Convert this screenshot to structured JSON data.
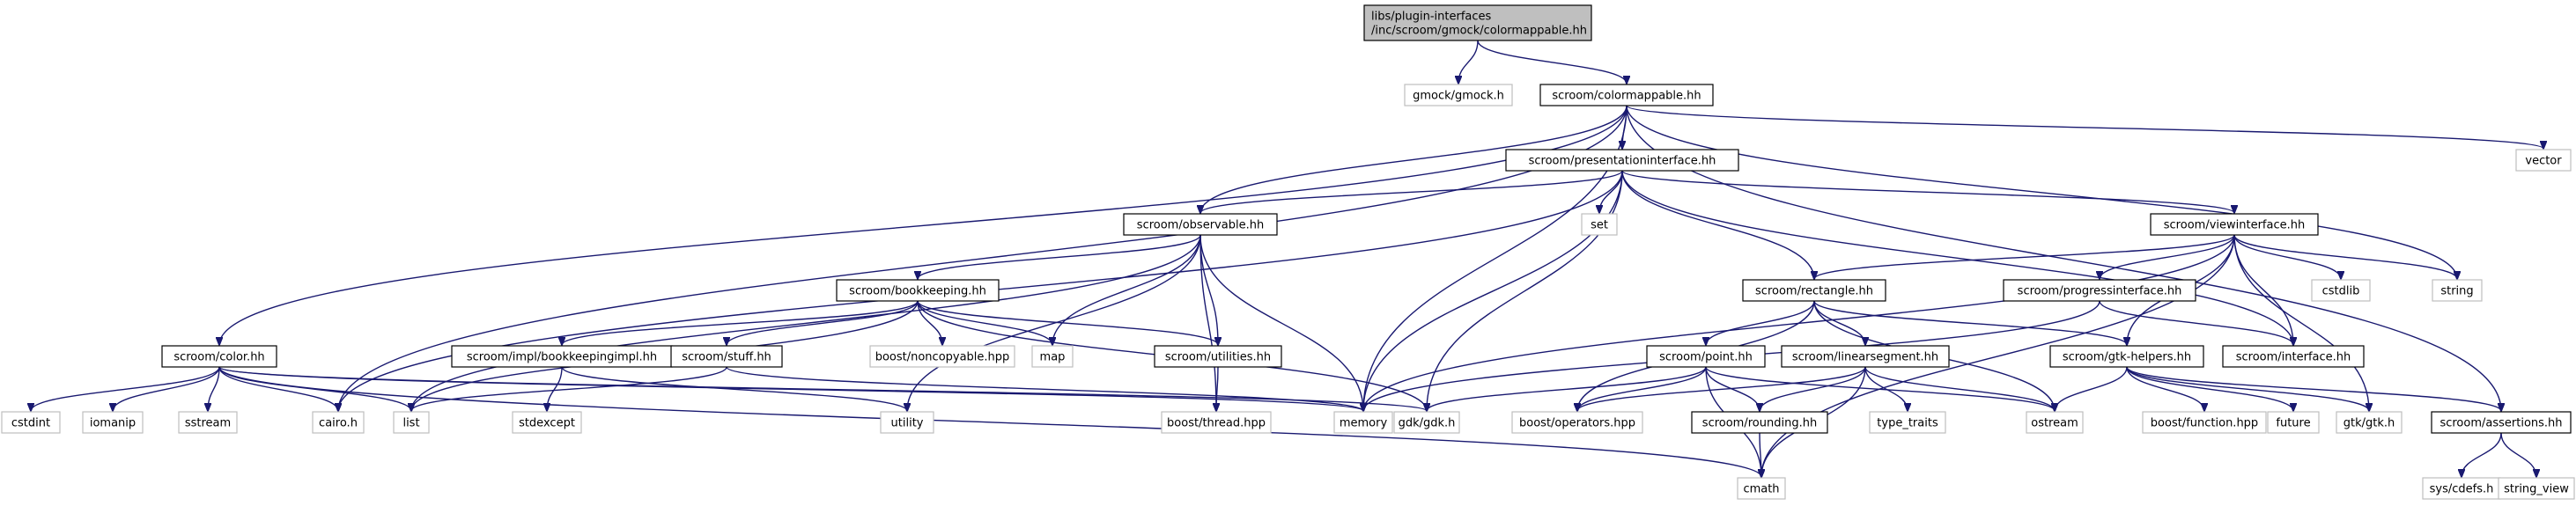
{
  "graph": {
    "nodes": [
      {
        "id": "root",
        "kind": "main",
        "lines": [
          "libs/plugin-interfaces",
          "/inc/scroom/gmock/colormappable.hh"
        ]
      },
      {
        "id": "gmock",
        "kind": "sys",
        "lines": [
          "gmock/gmock.h"
        ]
      },
      {
        "id": "colormappable",
        "kind": "local",
        "lines": [
          "scroom/colormappable.hh"
        ]
      },
      {
        "id": "vector",
        "kind": "sys",
        "lines": [
          "vector"
        ]
      },
      {
        "id": "presentation",
        "kind": "local",
        "lines": [
          "scroom/presentationinterface.hh"
        ]
      },
      {
        "id": "observable",
        "kind": "local",
        "lines": [
          "scroom/observable.hh"
        ]
      },
      {
        "id": "set",
        "kind": "sys",
        "lines": [
          "set"
        ]
      },
      {
        "id": "viewinterface",
        "kind": "local",
        "lines": [
          "scroom/viewinterface.hh"
        ]
      },
      {
        "id": "bookkeeping",
        "kind": "local",
        "lines": [
          "scroom/bookkeeping.hh"
        ]
      },
      {
        "id": "rectangle",
        "kind": "local",
        "lines": [
          "scroom/rectangle.hh"
        ]
      },
      {
        "id": "progress",
        "kind": "local",
        "lines": [
          "scroom/progressinterface.hh"
        ]
      },
      {
        "id": "cstdlib",
        "kind": "sys",
        "lines": [
          "cstdlib"
        ]
      },
      {
        "id": "string",
        "kind": "sys",
        "lines": [
          "string"
        ]
      },
      {
        "id": "color",
        "kind": "local",
        "lines": [
          "scroom/color.hh"
        ]
      },
      {
        "id": "bookkeepingimpl",
        "kind": "local",
        "lines": [
          "scroom/impl/bookkeepingimpl.hh"
        ]
      },
      {
        "id": "stuff",
        "kind": "local",
        "lines": [
          "scroom/stuff.hh"
        ]
      },
      {
        "id": "noncopyable",
        "kind": "sys",
        "lines": [
          "boost/noncopyable.hpp"
        ]
      },
      {
        "id": "map",
        "kind": "sys",
        "lines": [
          "map"
        ]
      },
      {
        "id": "utilities",
        "kind": "local",
        "lines": [
          "scroom/utilities.hh"
        ]
      },
      {
        "id": "point",
        "kind": "local",
        "lines": [
          "scroom/point.hh"
        ]
      },
      {
        "id": "linearsegment",
        "kind": "local",
        "lines": [
          "scroom/linearsegment.hh"
        ]
      },
      {
        "id": "gtkhelpers",
        "kind": "local",
        "lines": [
          "scroom/gtk-helpers.hh"
        ]
      },
      {
        "id": "interface",
        "kind": "local",
        "lines": [
          "scroom/interface.hh"
        ]
      },
      {
        "id": "cstdint",
        "kind": "sys",
        "lines": [
          "cstdint"
        ]
      },
      {
        "id": "iomanip",
        "kind": "sys",
        "lines": [
          "iomanip"
        ]
      },
      {
        "id": "sstream",
        "kind": "sys",
        "lines": [
          "sstream"
        ]
      },
      {
        "id": "cairo",
        "kind": "sys",
        "lines": [
          "cairo.h"
        ]
      },
      {
        "id": "list",
        "kind": "sys",
        "lines": [
          "list"
        ]
      },
      {
        "id": "stdexcept",
        "kind": "sys",
        "lines": [
          "stdexcept"
        ]
      },
      {
        "id": "utility",
        "kind": "sys",
        "lines": [
          "utility"
        ]
      },
      {
        "id": "thread",
        "kind": "sys",
        "lines": [
          "boost/thread.hpp"
        ]
      },
      {
        "id": "memory",
        "kind": "sys",
        "lines": [
          "memory"
        ]
      },
      {
        "id": "gdk",
        "kind": "sys",
        "lines": [
          "gdk/gdk.h"
        ]
      },
      {
        "id": "operators",
        "kind": "sys",
        "lines": [
          "boost/operators.hpp"
        ]
      },
      {
        "id": "rounding",
        "kind": "local",
        "lines": [
          "scroom/rounding.hh"
        ]
      },
      {
        "id": "typetraits",
        "kind": "sys",
        "lines": [
          "type_traits"
        ]
      },
      {
        "id": "ostream",
        "kind": "sys",
        "lines": [
          "ostream"
        ]
      },
      {
        "id": "function",
        "kind": "sys",
        "lines": [
          "boost/function.hpp"
        ]
      },
      {
        "id": "future",
        "kind": "sys",
        "lines": [
          "future"
        ]
      },
      {
        "id": "gtk",
        "kind": "sys",
        "lines": [
          "gtk/gtk.h"
        ]
      },
      {
        "id": "assertions",
        "kind": "local",
        "lines": [
          "scroom/assertions.hh"
        ]
      },
      {
        "id": "cmath",
        "kind": "sys",
        "lines": [
          "cmath"
        ]
      },
      {
        "id": "cdefs",
        "kind": "sys",
        "lines": [
          "sys/cdefs.h"
        ]
      },
      {
        "id": "stringview",
        "kind": "sys",
        "lines": [
          "string_view"
        ]
      }
    ],
    "edges": [
      [
        "root",
        "gmock"
      ],
      [
        "root",
        "colormappable"
      ],
      [
        "colormappable",
        "vector"
      ],
      [
        "colormappable",
        "presentation"
      ],
      [
        "colormappable",
        "observable"
      ],
      [
        "colormappable",
        "color"
      ],
      [
        "colormappable",
        "memory"
      ],
      [
        "colormappable",
        "string"
      ],
      [
        "colormappable",
        "assertions"
      ],
      [
        "colormappable",
        "cairo"
      ],
      [
        "presentation",
        "observable"
      ],
      [
        "presentation",
        "set"
      ],
      [
        "presentation",
        "viewinterface"
      ],
      [
        "presentation",
        "rectangle"
      ],
      [
        "presentation",
        "memory"
      ],
      [
        "presentation",
        "gdk"
      ],
      [
        "presentation",
        "interface"
      ],
      [
        "presentation",
        "cairo"
      ],
      [
        "observable",
        "bookkeeping"
      ],
      [
        "observable",
        "list"
      ],
      [
        "observable",
        "map"
      ],
      [
        "observable",
        "utilities"
      ],
      [
        "observable",
        "memory"
      ],
      [
        "observable",
        "thread"
      ],
      [
        "observable",
        "utility"
      ],
      [
        "viewinterface",
        "rectangle"
      ],
      [
        "viewinterface",
        "progress"
      ],
      [
        "viewinterface",
        "cstdlib"
      ],
      [
        "viewinterface",
        "string"
      ],
      [
        "viewinterface",
        "interface"
      ],
      [
        "viewinterface",
        "gtkhelpers"
      ],
      [
        "viewinterface",
        "gtk"
      ],
      [
        "viewinterface",
        "memory"
      ],
      [
        "viewinterface",
        "cmath"
      ],
      [
        "bookkeeping",
        "bookkeepingimpl"
      ],
      [
        "bookkeeping",
        "stuff"
      ],
      [
        "bookkeeping",
        "noncopyable"
      ],
      [
        "bookkeeping",
        "map"
      ],
      [
        "bookkeeping",
        "utilities"
      ],
      [
        "bookkeeping",
        "list"
      ],
      [
        "bookkeeping",
        "gdk"
      ],
      [
        "rectangle",
        "point"
      ],
      [
        "rectangle",
        "linearsegment"
      ],
      [
        "rectangle",
        "gtkhelpers"
      ],
      [
        "rectangle",
        "operators"
      ],
      [
        "rectangle",
        "ostream"
      ],
      [
        "progress",
        "interface"
      ],
      [
        "progress",
        "memory"
      ],
      [
        "color",
        "cstdint"
      ],
      [
        "color",
        "iomanip"
      ],
      [
        "color",
        "sstream"
      ],
      [
        "color",
        "cairo"
      ],
      [
        "color",
        "list"
      ],
      [
        "color",
        "memory"
      ],
      [
        "color",
        "cmath"
      ],
      [
        "color",
        "gdk"
      ],
      [
        "bookkeepingimpl",
        "stdexcept"
      ],
      [
        "bookkeepingimpl",
        "utility"
      ],
      [
        "stuff",
        "list"
      ],
      [
        "stuff",
        "memory"
      ],
      [
        "utilities",
        "thread"
      ],
      [
        "point",
        "rounding"
      ],
      [
        "point",
        "operators"
      ],
      [
        "point",
        "ostream"
      ],
      [
        "point",
        "cmath"
      ],
      [
        "point",
        "gdk"
      ],
      [
        "linearsegment",
        "rounding"
      ],
      [
        "linearsegment",
        "typetraits"
      ],
      [
        "linearsegment",
        "ostream"
      ],
      [
        "linearsegment",
        "cmath"
      ],
      [
        "linearsegment",
        "operators"
      ],
      [
        "gtkhelpers",
        "ostream"
      ],
      [
        "gtkhelpers",
        "function"
      ],
      [
        "gtkhelpers",
        "future"
      ],
      [
        "gtkhelpers",
        "gtk"
      ],
      [
        "gtkhelpers",
        "assertions"
      ],
      [
        "rounding",
        "cmath"
      ],
      [
        "assertions",
        "cdefs"
      ],
      [
        "assertions",
        "stringview"
      ]
    ]
  }
}
